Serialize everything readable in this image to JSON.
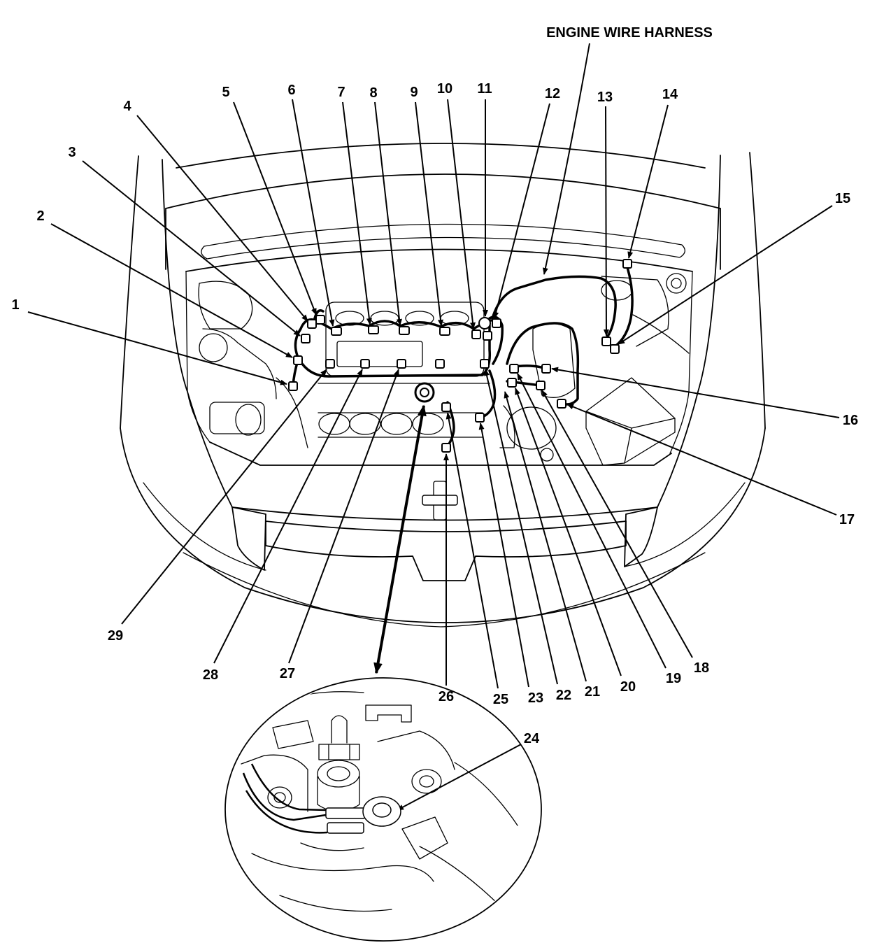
{
  "title": "ENGINE WIRE HARNESS",
  "callouts": [
    "1",
    "2",
    "3",
    "4",
    "5",
    "6",
    "7",
    "8",
    "9",
    "10",
    "11",
    "12",
    "13",
    "14",
    "15",
    "16",
    "17",
    "18",
    "19",
    "20",
    "21",
    "22",
    "23",
    "24",
    "25",
    "26",
    "27",
    "28",
    "29"
  ]
}
